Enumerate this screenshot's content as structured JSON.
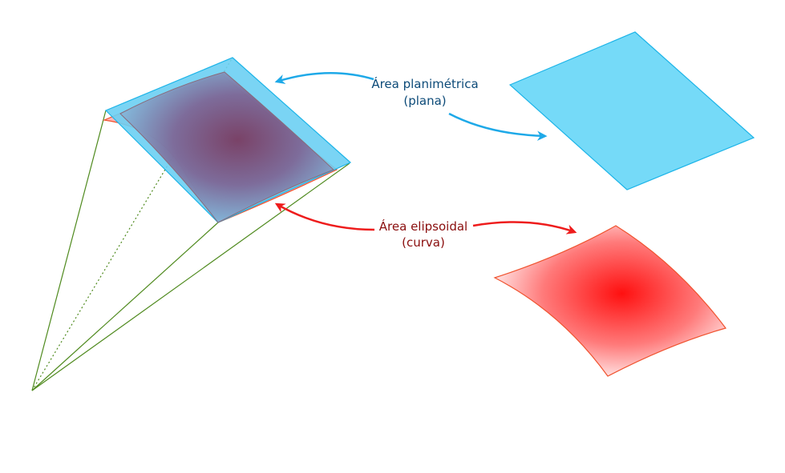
{
  "labels": {
    "planimetric_line1": "Área planimétrica",
    "planimetric_line2": "(plana)",
    "ellipsoidal_line1": "Área elipsoidal",
    "ellipsoidal_line2": "(curva)"
  },
  "colors": {
    "planimetric_fill": "#75daf8",
    "planimetric_stroke": "#1cb4e8",
    "planimetric_arrow": "#1ea9e8",
    "planimetric_text": "#0c4a78",
    "ellipsoidal_fill": "#ff2020",
    "ellipsoidal_stroke": "#f0522e",
    "ellipsoidal_arrow": "#ee1c1c",
    "ellipsoidal_text": "#8a0d0d",
    "pyramid_lines": "#4f8a1e"
  }
}
